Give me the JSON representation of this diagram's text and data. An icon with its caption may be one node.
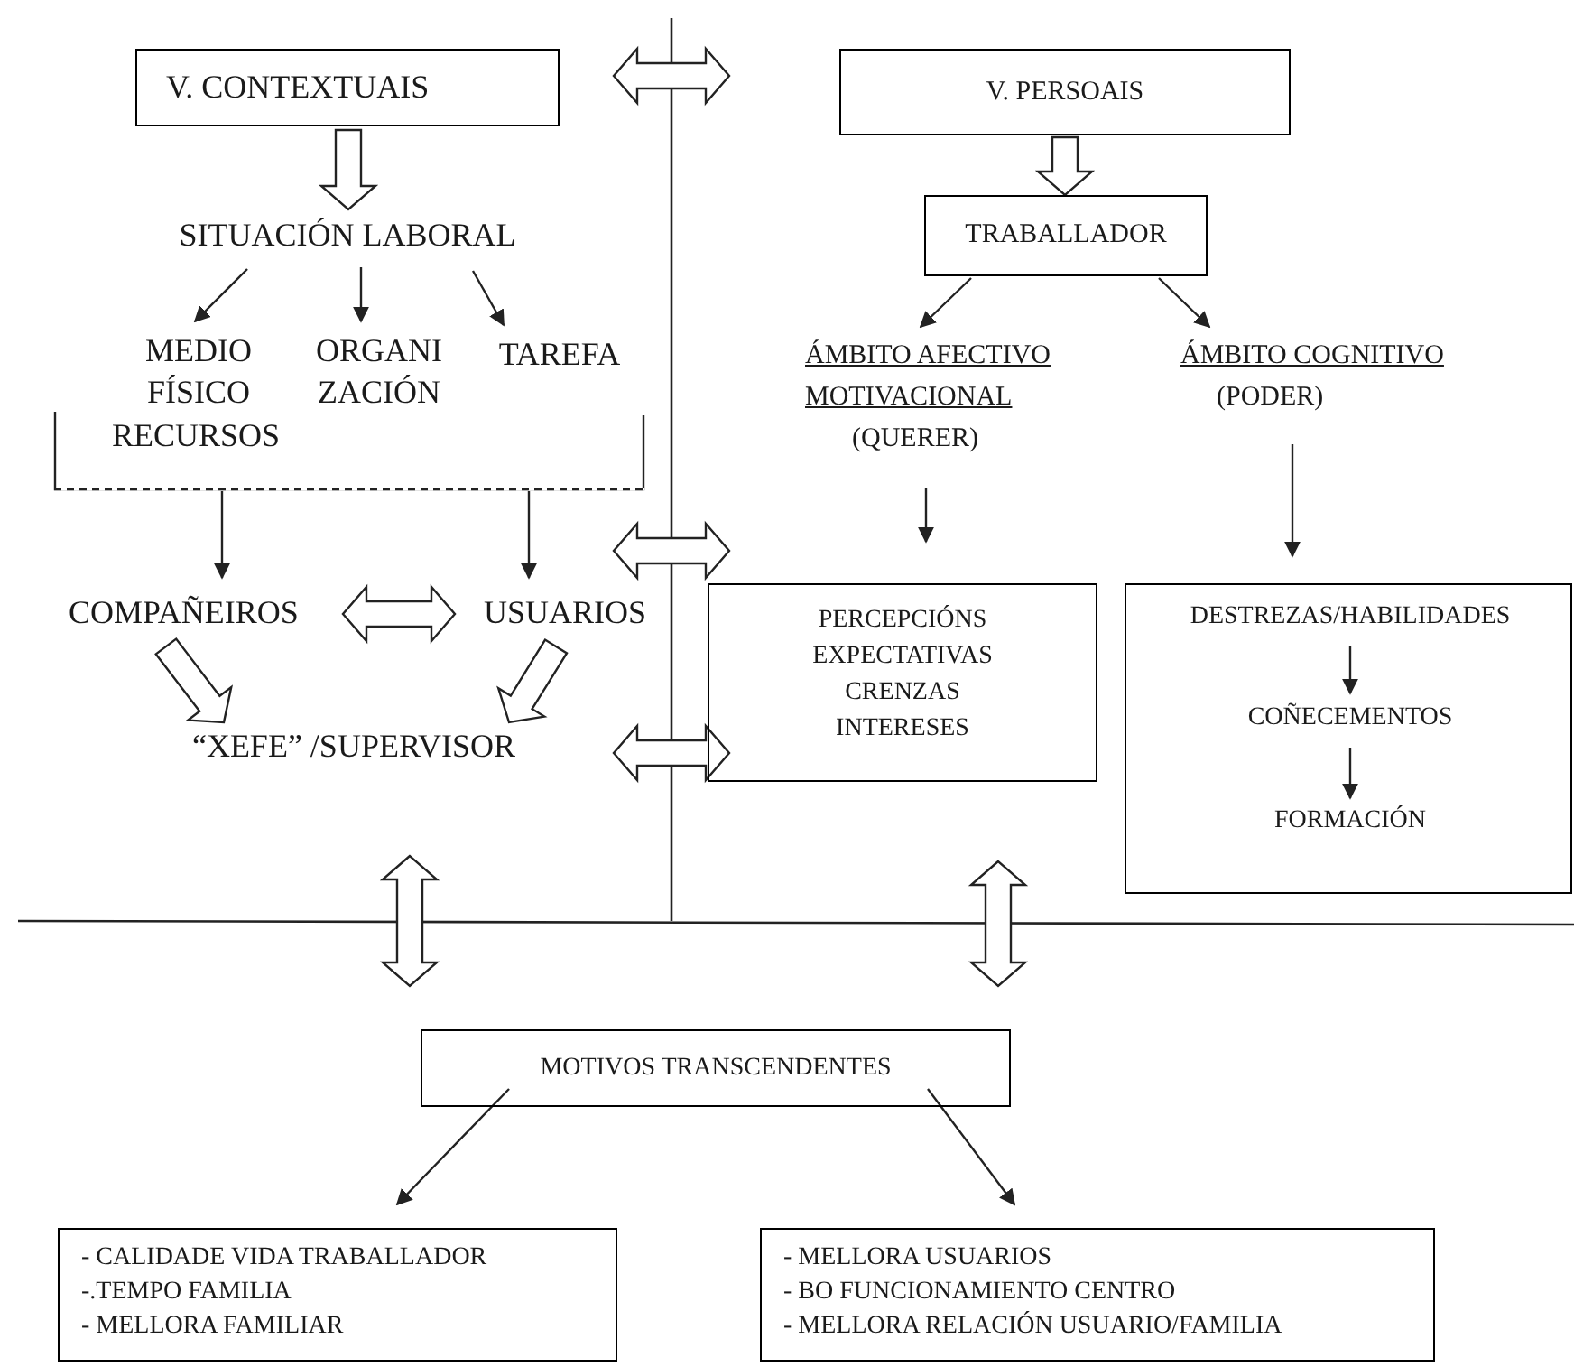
{
  "diagram": {
    "nodes": [
      {
        "text": [
          "V. CONTEXTUAIS"
        ]
      },
      {
        "text": [
          "SITUACIÓN LABORAL"
        ]
      },
      {
        "text": [
          "MEDIO FÍSICO"
        ]
      },
      {
        "text": [
          "ORGANI ZACIÓN"
        ]
      },
      {
        "text": [
          "TAREFA"
        ]
      },
      {
        "text": [],
        "shape": "bracket"
      },
      {
        "text": [
          "COMPAÑEIROS"
        ]
      },
      {
        "text": [
          "USUARIOS"
        ]
      },
      {
        "text": [
          "“XEFE” /SUPERVISOR"
        ]
      },
      {
        "text": [
          "V. PERSOAIS"
        ]
      },
      {
        "text": [
          "TRABALLADOR"
        ]
      },
      {
        "text": [
          "ÁMBITO AFECTIVO MOTIVACIONAL",
          "(QUERER)"
        ]
      },
      {
        "text": [
          "ÁMBITO COGNITIVO",
          "(PODER)"
        ]
      },
      {
        "text": [
          "PERCEPCIÓNS",
          "EXPECTATIVAS",
          "CRENZAS",
          "INTERESES"
        ]
      },
      {
        "text": [],
        "shape": "box"
      },
      {
        "text": [
          "DESTREZAS/HABILIDADES"
        ],
        "in": 14
      },
      {
        "text": [
          "COÑECEMENTOS"
        ],
        "in": 14
      },
      {
        "text": [
          "FORMACIÓN"
        ],
        "in": 14
      },
      {
        "text": [
          "MOTIVOS  TRANSCENDENTES"
        ]
      },
      {
        "text": [
          "- CALIDADE VIDA TRABALLADOR",
          "-.TEMPO FAMILIA",
          "- MELLORA FAMILIAR"
        ]
      },
      {
        "text": [
          "- MELLORA USUARIOS",
          "- BO FUNCIONAMIENTO CENTRO",
          "- MELLORA RELACIÓN USUARIO/FAMILIA"
        ]
      }
    ],
    "edges": [
      {
        "from": 0,
        "to": 1,
        "arrow": "to",
        "style": "thick"
      },
      {
        "from": 1,
        "to": 2,
        "arrow": "to"
      },
      {
        "from": 1,
        "to": 3,
        "arrow": "to"
      },
      {
        "from": 1,
        "to": 4,
        "arrow": "to"
      },
      {
        "from": 5,
        "to": 6,
        "arrow": "to"
      },
      {
        "from": 5,
        "to": 7,
        "arrow": "to"
      },
      {
        "from": 6,
        "to": 7,
        "arrow": "both",
        "style": "thick"
      },
      {
        "from": 6,
        "to": 8,
        "arrow": "to",
        "style": "thick"
      },
      {
        "from": 7,
        "to": 8,
        "arrow": "to",
        "style": "thick"
      },
      {
        "from": 0,
        "to": 9,
        "arrow": "both",
        "style": "thick"
      },
      {
        "from": 7,
        "to": 13,
        "arrow": "both",
        "style": "thick"
      },
      {
        "from": null,
        "to": 13,
        "arrow": "both",
        "style": "thick"
      },
      {
        "from": 9,
        "to": 10,
        "arrow": "to",
        "style": "thick"
      },
      {
        "from": 10,
        "to": 11,
        "arrow": "to"
      },
      {
        "from": 10,
        "to": 12,
        "arrow": "to"
      },
      {
        "from": 11,
        "to": 13,
        "arrow": "to"
      },
      {
        "from": 12,
        "to": 14,
        "arrow": "to"
      },
      {
        "from": 15,
        "to": 16,
        "arrow": "to"
      },
      {
        "from": 16,
        "to": 17,
        "arrow": "to"
      },
      {
        "from": 8,
        "to": 18,
        "arrow": "both",
        "style": "thick"
      },
      {
        "from": 13,
        "to": 18,
        "arrow": "both",
        "style": "thick"
      },
      {
        "from": 18,
        "to": 19,
        "arrow": "to"
      },
      {
        "from": 18,
        "to": 20,
        "arrow": "to"
      }
    ],
    "labels": [
      "RECURSOS"
    ]
  }
}
